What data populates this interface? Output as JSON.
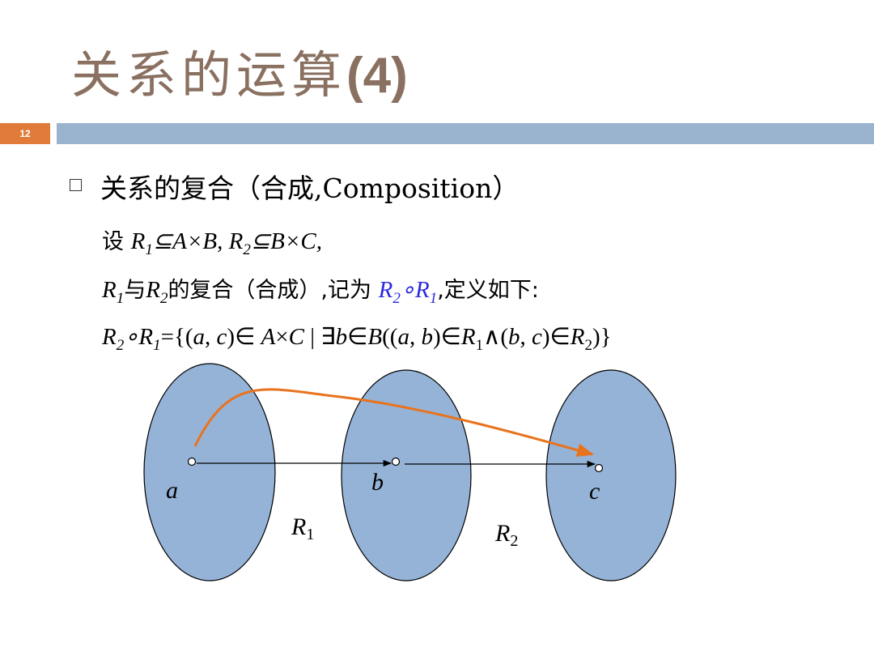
{
  "slide": {
    "title_cn": "关系的运算",
    "title_num": "(4)",
    "page_number": "12"
  },
  "bullet": {
    "heading": "关系的复合（合成,Composition）"
  },
  "line1": {
    "prefix": "设 ",
    "body": "R1⊆A×B, R2⊆B×C,"
  },
  "line2": {
    "part1": "与",
    "part2": "的复合（合成）,记为 ",
    "notation": "R2∘R1",
    "part3": ",定义如下:"
  },
  "line3": {
    "definition": "R2∘R1={(a, c)∈ A×C | ∃b∈B((a, b)∈R1∧(b, c)∈R2)}"
  },
  "diagram": {
    "labels": {
      "a": "a",
      "b": "b",
      "c": "c",
      "r1": "R",
      "r1_sub": "1",
      "r2": "R",
      "r2_sub": "2"
    },
    "colors": {
      "ellipse_fill": "#95b3d7",
      "ellipse_stroke": "#000000",
      "composite_arrow": "#e8731f",
      "arrow": "#000000"
    }
  }
}
